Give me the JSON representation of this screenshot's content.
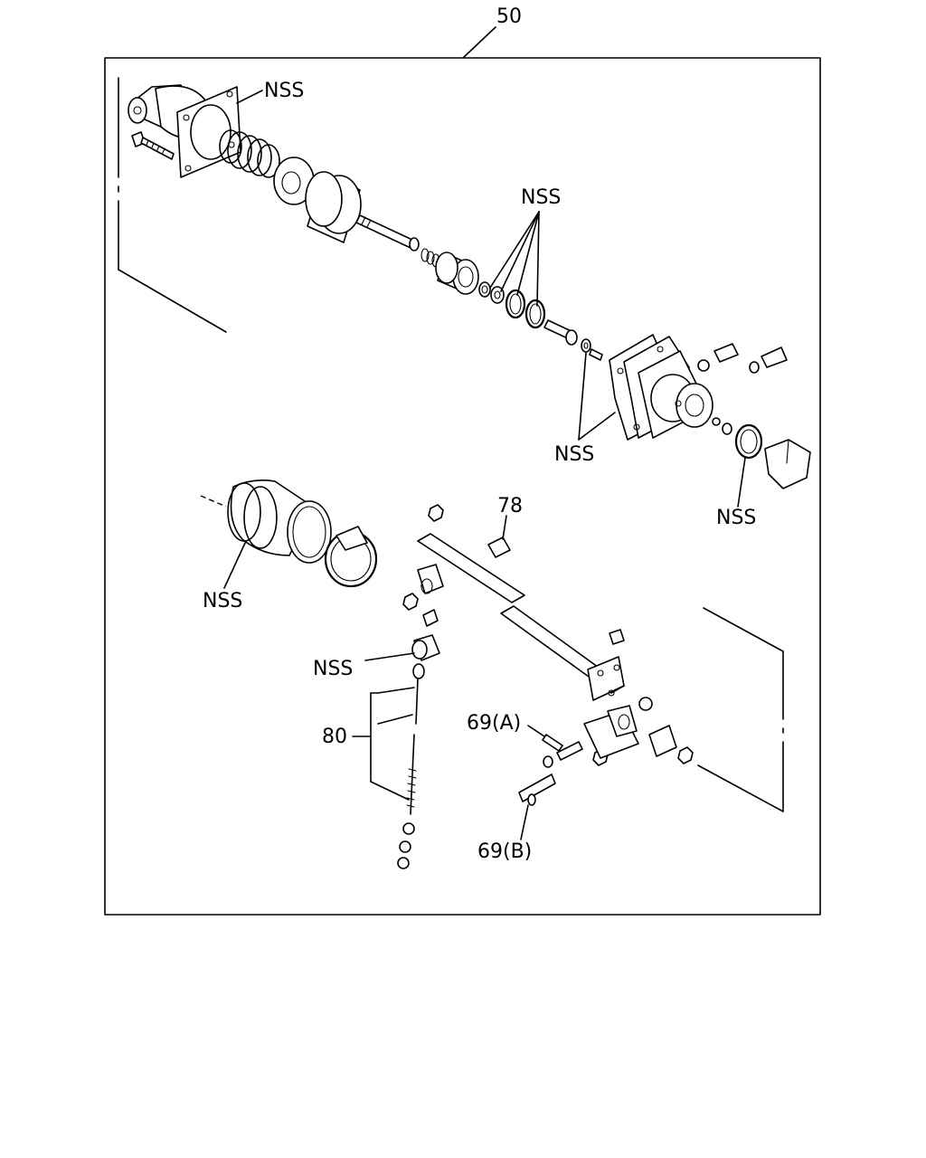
{
  "figure": {
    "assembly_number": "50",
    "labels": {
      "nss_top_left": "NSS",
      "nss_seal_group": "NSS",
      "nss_housing": "NSS",
      "nss_gasket": "NSS",
      "nss_boot": "NSS",
      "nss_bushing": "NSS",
      "ref_78": "78",
      "ref_80": "80",
      "ref_69a": "69(A)",
      "ref_69b": "69(B)"
    }
  }
}
